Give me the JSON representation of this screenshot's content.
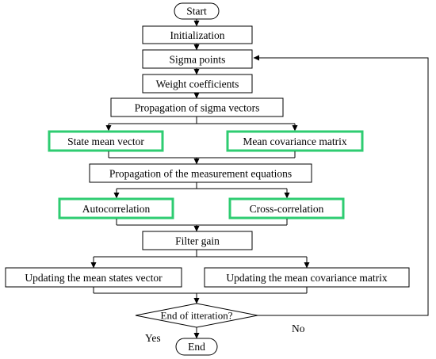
{
  "nodes": {
    "start": "Start",
    "initialization": "Initialization",
    "sigma_points": "Sigma points",
    "weight_coefficients": "Weight coefficients",
    "propagation_sigma": "Propagation of sigma vectors",
    "state_mean": "State mean vector",
    "mean_covariance": "Mean covariance matrix",
    "propagation_measurement": "Propagation of the measurement equations",
    "autocorrelation": "Autocorrelation",
    "cross_correlation": "Cross-correlation",
    "filter_gain": "Filter gain",
    "update_mean_states": "Updating the mean states vector",
    "update_mean_covariance": "Updating the mean covariance matrix",
    "end_iteration": "End of itteration?",
    "end": "End"
  },
  "branches": {
    "yes": "Yes",
    "no": "No"
  },
  "colors": {
    "highlight": "#2ecc71",
    "stroke": "#000000"
  }
}
